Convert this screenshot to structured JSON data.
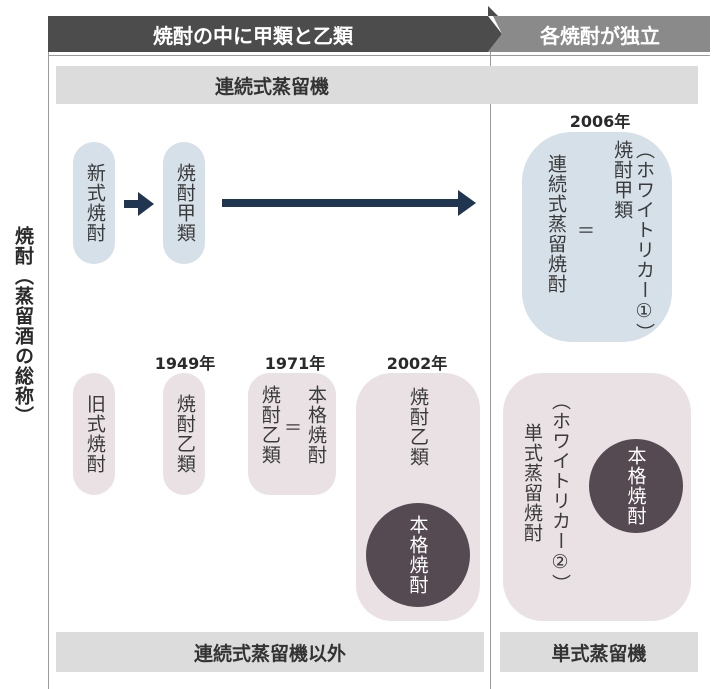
{
  "header": {
    "left": "焼酎の中に甲類と乙類",
    "right": "各焼酎が独立"
  },
  "left_axis_label": "焼酎（蒸留酒の総称）",
  "bands": {
    "top": "連続式蒸留機",
    "bottom_left": "連続式蒸留機以外",
    "bottom_right": "単式蒸留機"
  },
  "nodes": {
    "shinshiki": "新式焼酎",
    "kourui": "焼酎甲類",
    "kyushiki": "旧式焼酎",
    "otsurui_1949": "焼酎乙類",
    "y1949": "1949年",
    "y1971": "1971年",
    "y1971_left": "焼酎乙類",
    "y1971_eq": "＝",
    "y1971_right": "本格焼酎",
    "y2002": "2002年",
    "y2002_top": "焼酎乙類",
    "y2002_circle": "本格焼酎",
    "y2006": "2006年",
    "y2006_left": "連続式蒸留焼酎",
    "y2006_eq": "＝",
    "y2006_right": "（ホワイトリカー①）焼酎甲類",
    "right_bottom_left": "単式蒸留焼酎",
    "right_bottom_paren": "（ホワイトリカー②）",
    "right_bottom_circle": "本格焼酎"
  },
  "colors": {
    "header_dark": "#4c4c4c",
    "header_gray": "#8a8a8a",
    "band": "#dcdcdc",
    "blue_pill": "#d5e0e8",
    "pink_pill": "#e9e1e4",
    "dark_circle": "#564a52",
    "arrow": "#1f3550"
  }
}
